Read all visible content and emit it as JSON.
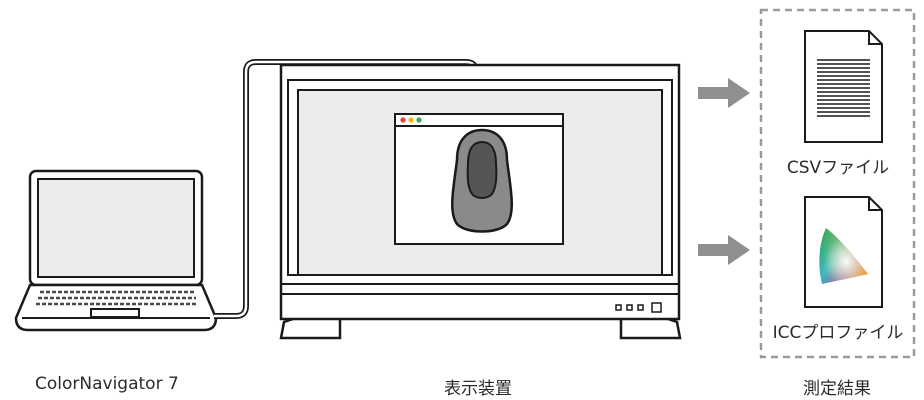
{
  "captions": {
    "software": "ColorNavigator 7",
    "display": "表示装置",
    "results": "測定結果"
  },
  "files": {
    "csv": "CSVファイル",
    "icc": "ICCプロファイル"
  },
  "colors": {
    "outline": "#1a1a1a",
    "screen_fill": "#ececec",
    "sensor_fill": "#8a8a8a",
    "arrow": "#8f8f8f",
    "dashed_border": "#9a9a9a",
    "window_dots": [
      "#e8453c",
      "#f5b400",
      "#34a853"
    ]
  }
}
